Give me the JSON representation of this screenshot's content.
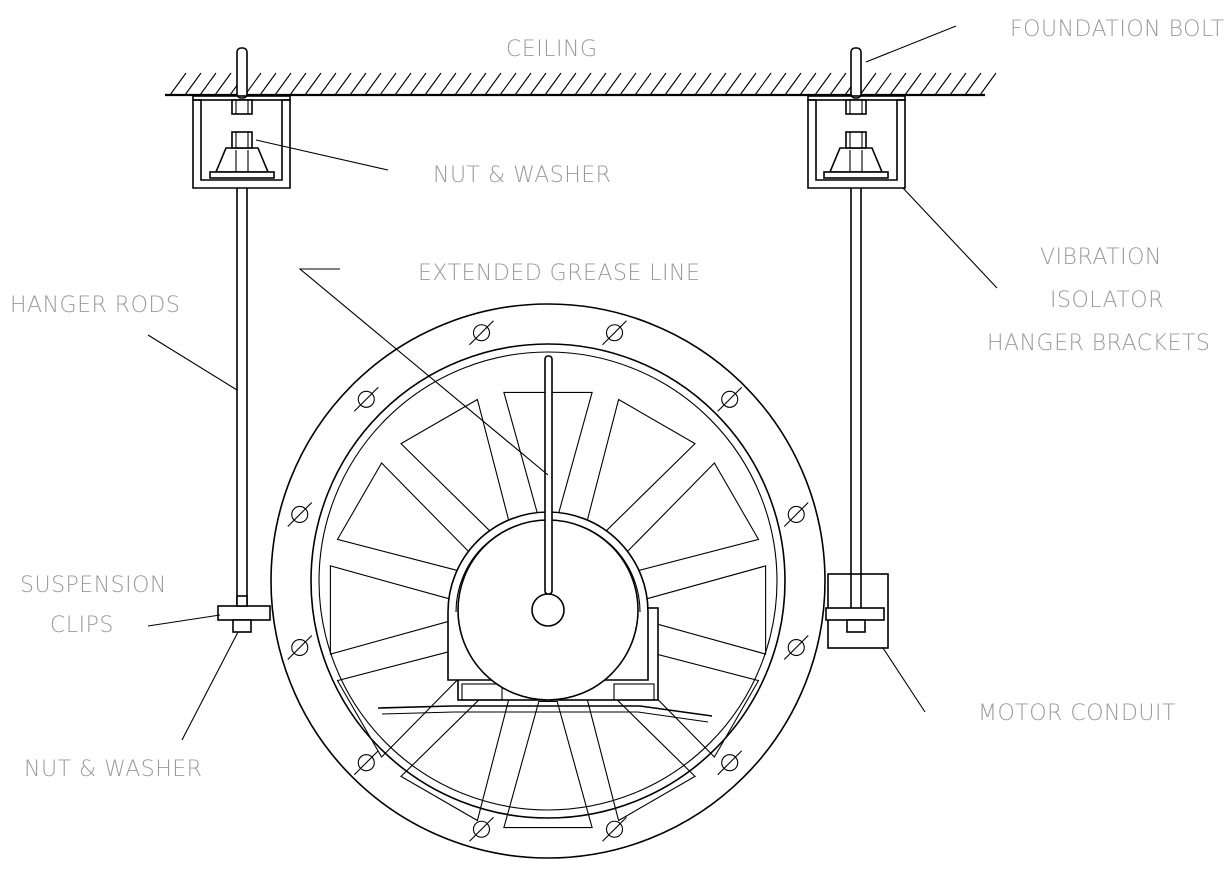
{
  "labels": {
    "ceiling": "CEILING",
    "foundation_bolt": "FOUNDATION BOLT",
    "nut_washer_top": "NUT & WASHER",
    "extended_grease_line": "EXTENDED GREASE LINE",
    "vibration_1": "VIBRATION",
    "vibration_2": "ISOLATOR",
    "vibration_3": "HANGER BRACKETS",
    "hanger_rods": "HANGER RODS",
    "suspension_1": "SUSPENSION",
    "suspension_2": "CLIPS",
    "nut_washer_bottom": "NUT & WASHER",
    "motor_conduit": "MOTOR CONDUIT"
  },
  "colors": {
    "line": "#000000",
    "label": "#9a9a9a",
    "background": "#ffffff"
  }
}
